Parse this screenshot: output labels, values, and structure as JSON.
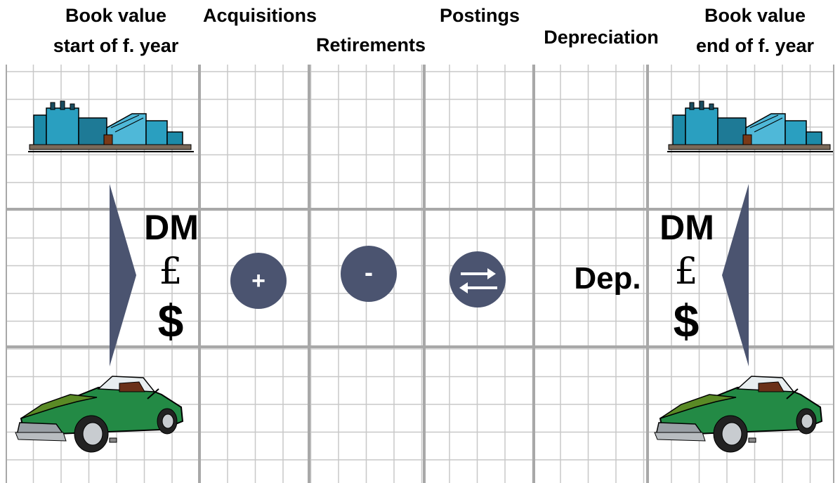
{
  "headers": {
    "book_value_start": [
      "Book value",
      "start of f. year"
    ],
    "acquisitions": "Acquisitions",
    "retirements": "Retirements",
    "postings": "Postings",
    "depreciation": "Depreciation",
    "book_value_end": [
      "Book value",
      "end of f. year"
    ]
  },
  "currency_left": {
    "dm": "DM",
    "pound": "£",
    "dollar": "$"
  },
  "currency_right": {
    "dm": "DM",
    "pound": "£",
    "dollar": "$"
  },
  "depreciation_label": "Dep.",
  "symbols": {
    "acquisition": "+",
    "retirement": "-"
  },
  "colors": {
    "shape": "#4b5470",
    "grid_minor": "#c8c8c8",
    "grid_major": "#a8a8a8"
  },
  "icons": [
    "factory-icon",
    "car-icon",
    "plus-circle-icon",
    "minus-circle-icon",
    "transfer-circle-icon"
  ]
}
